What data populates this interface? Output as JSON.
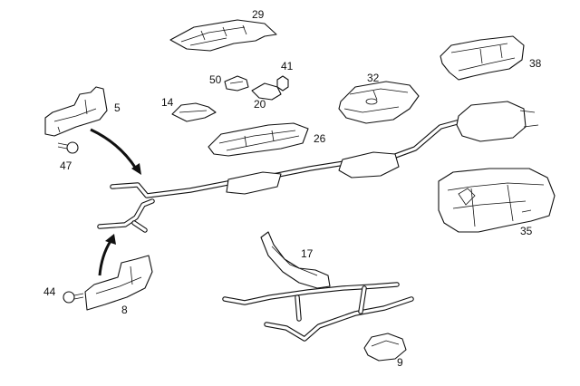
{
  "callouts": [
    {
      "id": "p29",
      "label": "29"
    },
    {
      "id": "p41",
      "label": "41"
    },
    {
      "id": "p50",
      "label": "50"
    },
    {
      "id": "p32",
      "label": "32"
    },
    {
      "id": "p38",
      "label": "38"
    },
    {
      "id": "p14",
      "label": "14"
    },
    {
      "id": "p20",
      "label": "20"
    },
    {
      "id": "p5",
      "label": "5"
    },
    {
      "id": "p26",
      "label": "26"
    },
    {
      "id": "p47",
      "label": "47"
    },
    {
      "id": "p35",
      "label": "35"
    },
    {
      "id": "p17",
      "label": "17"
    },
    {
      "id": "p44",
      "label": "44"
    },
    {
      "id": "p8",
      "label": "8"
    },
    {
      "id": "p9",
      "label": "9"
    }
  ]
}
